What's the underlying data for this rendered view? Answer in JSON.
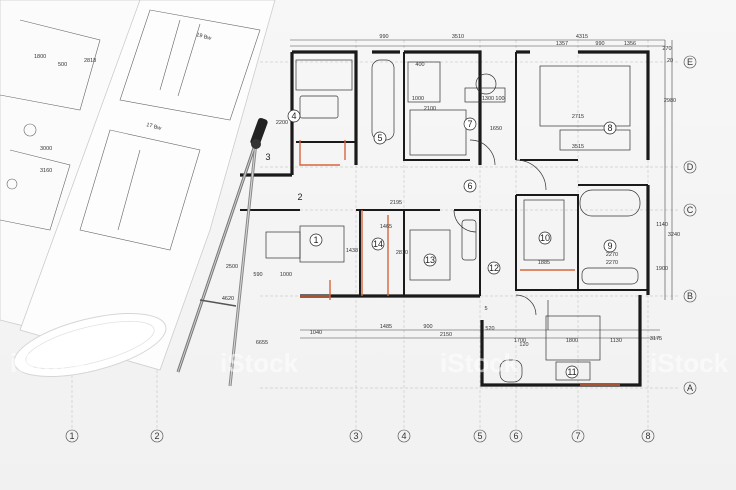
{
  "top_dims": [
    "990",
    "3510",
    "4315",
    "270",
    "1357",
    "990",
    "1356",
    "400",
    "1000",
    "2100",
    "1300",
    "100",
    "1650",
    "2715",
    "3515",
    "20",
    "2980"
  ],
  "room_numbers": [
    "1",
    "2",
    "3",
    "4",
    "5",
    "6",
    "7",
    "8",
    "9",
    "10",
    "11",
    "12",
    "13",
    "14"
  ],
  "axis_letters": [
    "A",
    "B",
    "C",
    "D",
    "E"
  ],
  "axis_numbers": [
    "1",
    "2",
    "3",
    "4",
    "5",
    "6",
    "7",
    "8"
  ],
  "bottom_dims": [
    "6655",
    "1485",
    "900",
    "2150",
    "1700",
    "1800",
    "1130",
    "1040",
    "5"
  ],
  "misc_dims": [
    "2195",
    "2200",
    "1120",
    "2500",
    "590",
    "1000",
    "4620",
    "1438",
    "1465",
    "2810",
    "1885",
    "2270",
    "3240",
    "1140",
    "1900",
    "3175",
    "520",
    "2270",
    "120"
  ],
  "watermark": "iStock",
  "sheet_dims": [
    "1800",
    "500",
    "2818",
    "3000",
    "3160",
    "19 Bw",
    "17 Bw"
  ],
  "accent_colors": {
    "wall": "#1a1a1a",
    "redline": "#d8643c",
    "ink": "#333333"
  },
  "icon": "drafting-compass-icon"
}
